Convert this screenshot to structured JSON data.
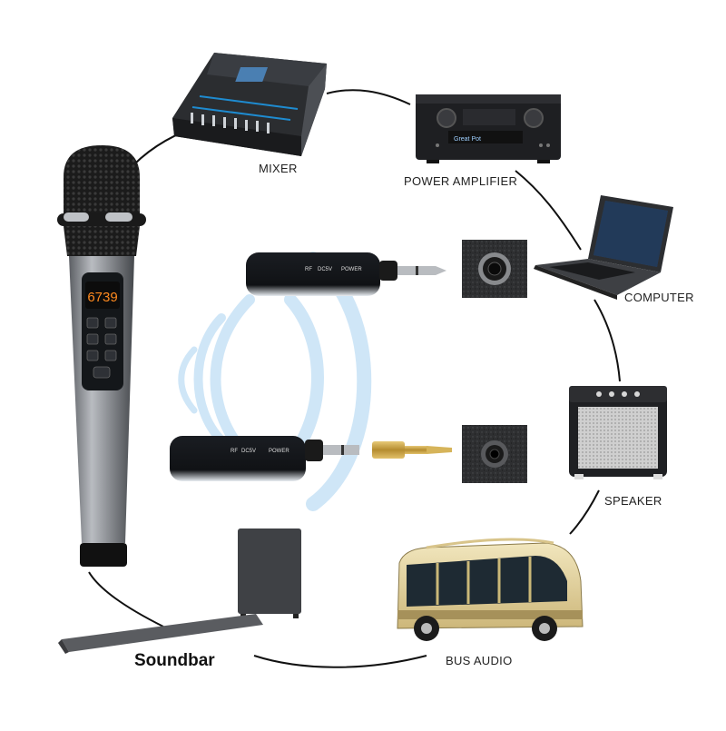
{
  "labels": {
    "mixer": "MIXER",
    "power_amplifier": "POWER AMPLIFIER",
    "computer": "COMPUTER",
    "speaker": "SPEAKER",
    "bus_audio": "BUS AUDIO",
    "soundbar": "Soundbar"
  },
  "receiver": {
    "rf": "RF",
    "dc5v": "DC5V",
    "power": "POWER"
  },
  "mic_display": "6739",
  "amp_display": "Great Pot",
  "colors": {
    "ring_line": "#111111",
    "wave": "#cfe6f7",
    "mic_body": "#8a8d92",
    "brass": "#c9a24a",
    "bus_body": "#e8d9a2"
  }
}
